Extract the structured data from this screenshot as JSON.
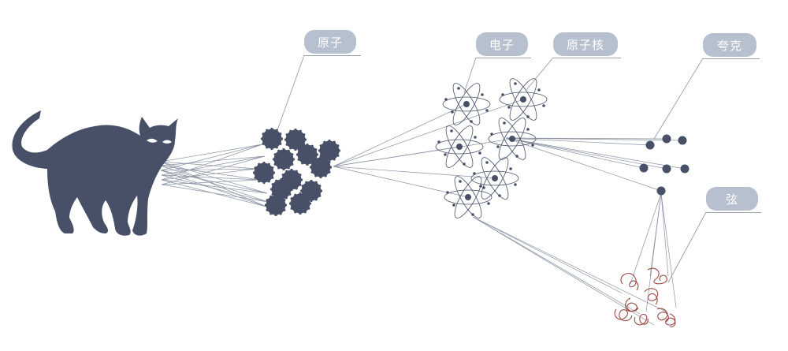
{
  "colors": {
    "primary": "#485068",
    "label_bg": "#b7c0ce",
    "label_text": "#ffffff",
    "line": "#8a93a3",
    "string": "#9a4a44"
  },
  "labels": {
    "atom": "原子",
    "electron": "电子",
    "nucleus": "原子核",
    "quark": "夸克",
    "string": "弦"
  },
  "icons": {
    "cat": "cat-silhouette-icon",
    "atom": "atom-orbit-icon",
    "string": "string-loop-icon"
  }
}
